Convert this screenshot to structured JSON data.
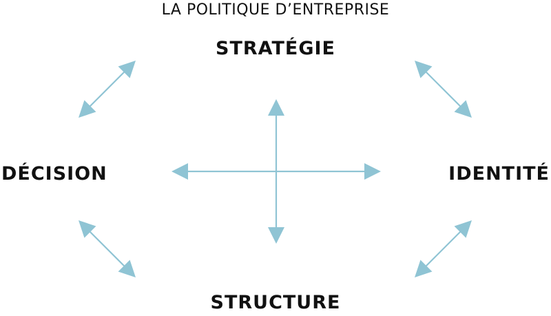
{
  "title": "LA POLITIQUE D’ENTREPRISE",
  "nodes": {
    "top": "STRATÉGIE",
    "left": "DÉCISION",
    "right": "IDENTITÉ",
    "bottom": "STRUCTURE"
  },
  "colors": {
    "arrow": "#8fc4d4",
    "text": "#111111",
    "background": "#ffffff"
  }
}
